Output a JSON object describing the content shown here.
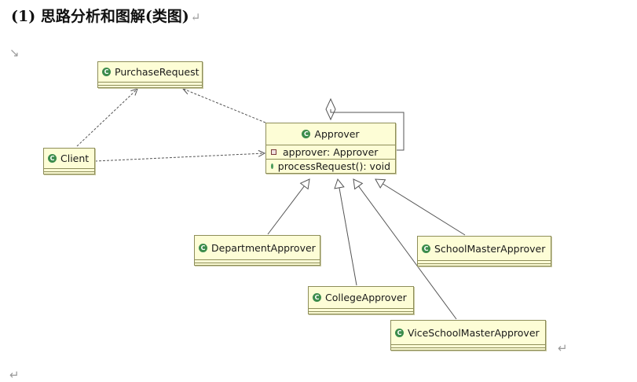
{
  "heading": {
    "text": "(1) 思路分析和图解(类图)",
    "pilcrow": "↵"
  },
  "marks": {
    "top_left": "↘",
    "after_diagram": "↵",
    "bottom_left": "↵"
  },
  "classes": {
    "purchase_request": {
      "name": "PurchaseRequest"
    },
    "client": {
      "name": "Client"
    },
    "approver": {
      "name": "Approver",
      "attributes": [
        "approver: Approver"
      ],
      "methods": [
        "processRequest(): void"
      ]
    },
    "department_approver": {
      "name": "DepartmentApprover"
    },
    "college_approver": {
      "name": "CollegeApprover"
    },
    "vice_school_master_approver": {
      "name": "ViceSchoolMasterApprover"
    },
    "school_master_approver": {
      "name": "SchoolMasterApprover"
    }
  },
  "class_icon_letter": "C",
  "colors": {
    "class_fill": "#fdfdd6",
    "class_border": "#8e8e5a",
    "icon_green": "#3c8c4c",
    "line": "#555555"
  }
}
